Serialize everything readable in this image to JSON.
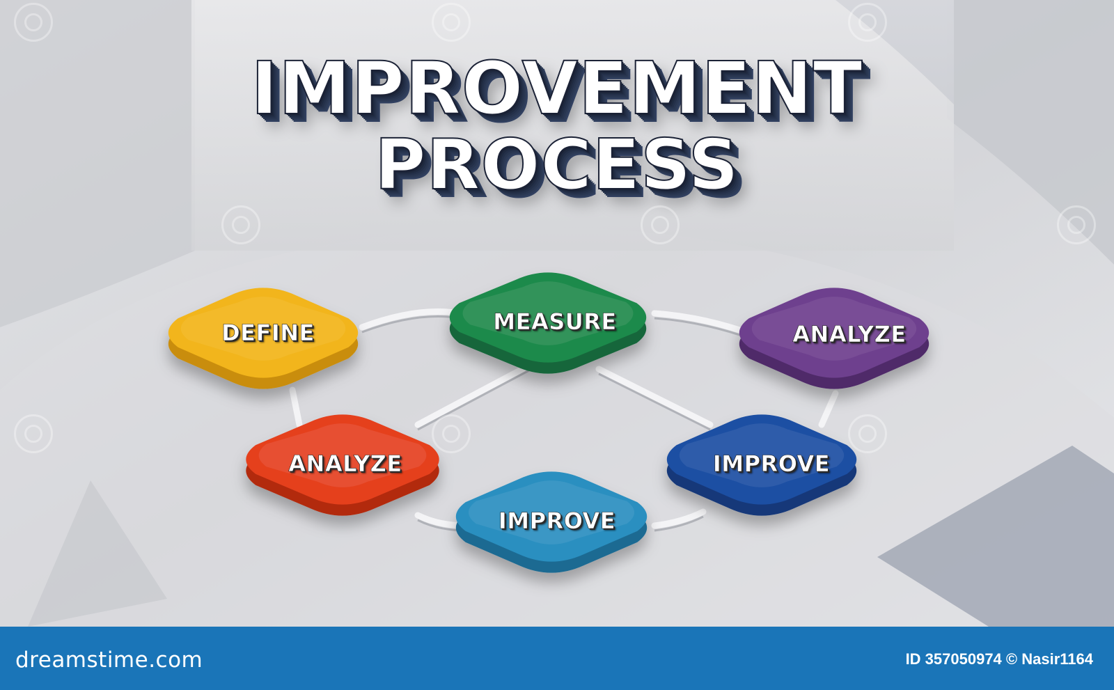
{
  "title": {
    "line1": "IMPROVEMENT",
    "line2": "PROCESS"
  },
  "nodes": [
    {
      "id": "define",
      "label": "DEFINE",
      "color": "#f2b51b",
      "side": "#c98d0a"
    },
    {
      "id": "measure",
      "label": "MEASURE",
      "color": "#1f8a4c",
      "side": "#14663a"
    },
    {
      "id": "analyze-1",
      "label": "ANALYZE",
      "color": "#6e3f8e",
      "side": "#4f2b69"
    },
    {
      "id": "analyze-2",
      "label": "ANALYZE",
      "color": "#e5401f",
      "side": "#b22a10"
    },
    {
      "id": "improve-1",
      "label": "IMPROVE",
      "color": "#1d4fa3",
      "side": "#133879"
    },
    {
      "id": "improve-2",
      "label": "IMPROVE",
      "color": "#2a8fc0",
      "side": "#1b6a92"
    }
  ],
  "watermark": {
    "brand": "dreamstime.com",
    "image_id": "ID 357050974 © Nasir1164"
  }
}
